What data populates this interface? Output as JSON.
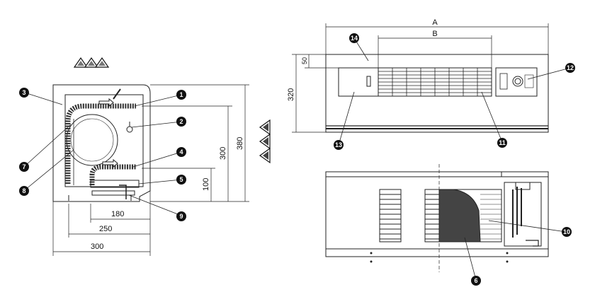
{
  "side_view": {
    "dimensions": {
      "width_300": "300",
      "width_250": "250",
      "width_180": "180",
      "height_380": "380",
      "height_300": "300",
      "height_100": "100"
    },
    "callouts": [
      "1",
      "2",
      "3",
      "4",
      "5",
      "7",
      "8",
      "9"
    ],
    "icons": [
      "triangle-up-icon",
      "triangle-left-icon"
    ]
  },
  "front_view": {
    "dimensions": {
      "A": "A",
      "B": "B",
      "height_320": "320",
      "offset_50": "50"
    },
    "callouts": [
      "11",
      "12",
      "13",
      "14"
    ]
  },
  "rear_view": {
    "callouts": [
      "6",
      "10"
    ]
  },
  "colors": {
    "line": "#222222",
    "callout_fill": "#111111",
    "paper": "#ffffff"
  }
}
